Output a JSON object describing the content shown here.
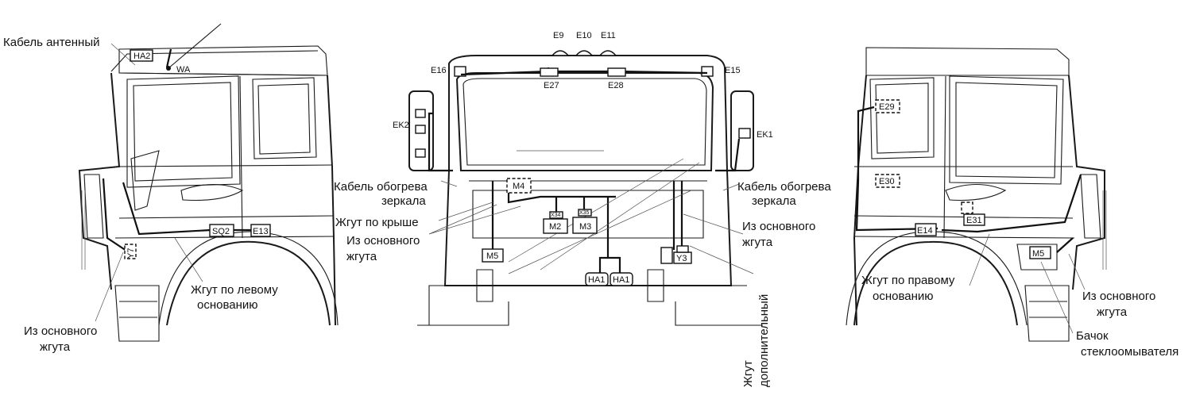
{
  "labels": {
    "antenna_cable": "Кабель антенный",
    "left_harness_1": "Жгут по левому",
    "left_harness_2": "основанию",
    "main_harness_left_1": "Из основного",
    "main_harness_left_2": "жгута",
    "mirror_heat_left_1": "Кабель обогрева",
    "mirror_heat_left_2": "зеркала",
    "roof_harness": "Жгут по крыше",
    "main_center_left_1": "Из основного",
    "main_center_left_2": "жгута",
    "mirror_heat_right_1": "Кабель обогрева",
    "mirror_heat_right_2": "зеркала",
    "main_center_right_1": "Из основного",
    "main_center_right_2": "жгута",
    "extra_harness_1": "Жгут",
    "extra_harness_2": "дополнительный",
    "right_harness_1": "Жгут по правому",
    "right_harness_2": "основанию",
    "main_right_1": "Из основного",
    "main_right_2": "жгута",
    "washer_1": "Бачок",
    "washer_2": "стеклоомывателя"
  },
  "codes": {
    "HA2": "HA2",
    "WA": "WA",
    "SQ2": "SQ2",
    "E13": "E13",
    "Y7": "Y7",
    "E9": "E9",
    "E10": "E10",
    "E11": "E11",
    "E16": "E16",
    "E15": "E15",
    "E27": "E27",
    "E28": "E28",
    "EK2": "EK2",
    "EK1": "EK1",
    "M4": "M4",
    "M2": "M2",
    "M3": "M3",
    "X34": "X34",
    "X35": "X35",
    "M5c": "M5",
    "HA1a": "HA1",
    "HA1b": "HA1",
    "Y3": "Y3",
    "E29": "E29",
    "E30": "E30",
    "E31": "E31",
    "E14": "E14",
    "M5r": "M5"
  }
}
